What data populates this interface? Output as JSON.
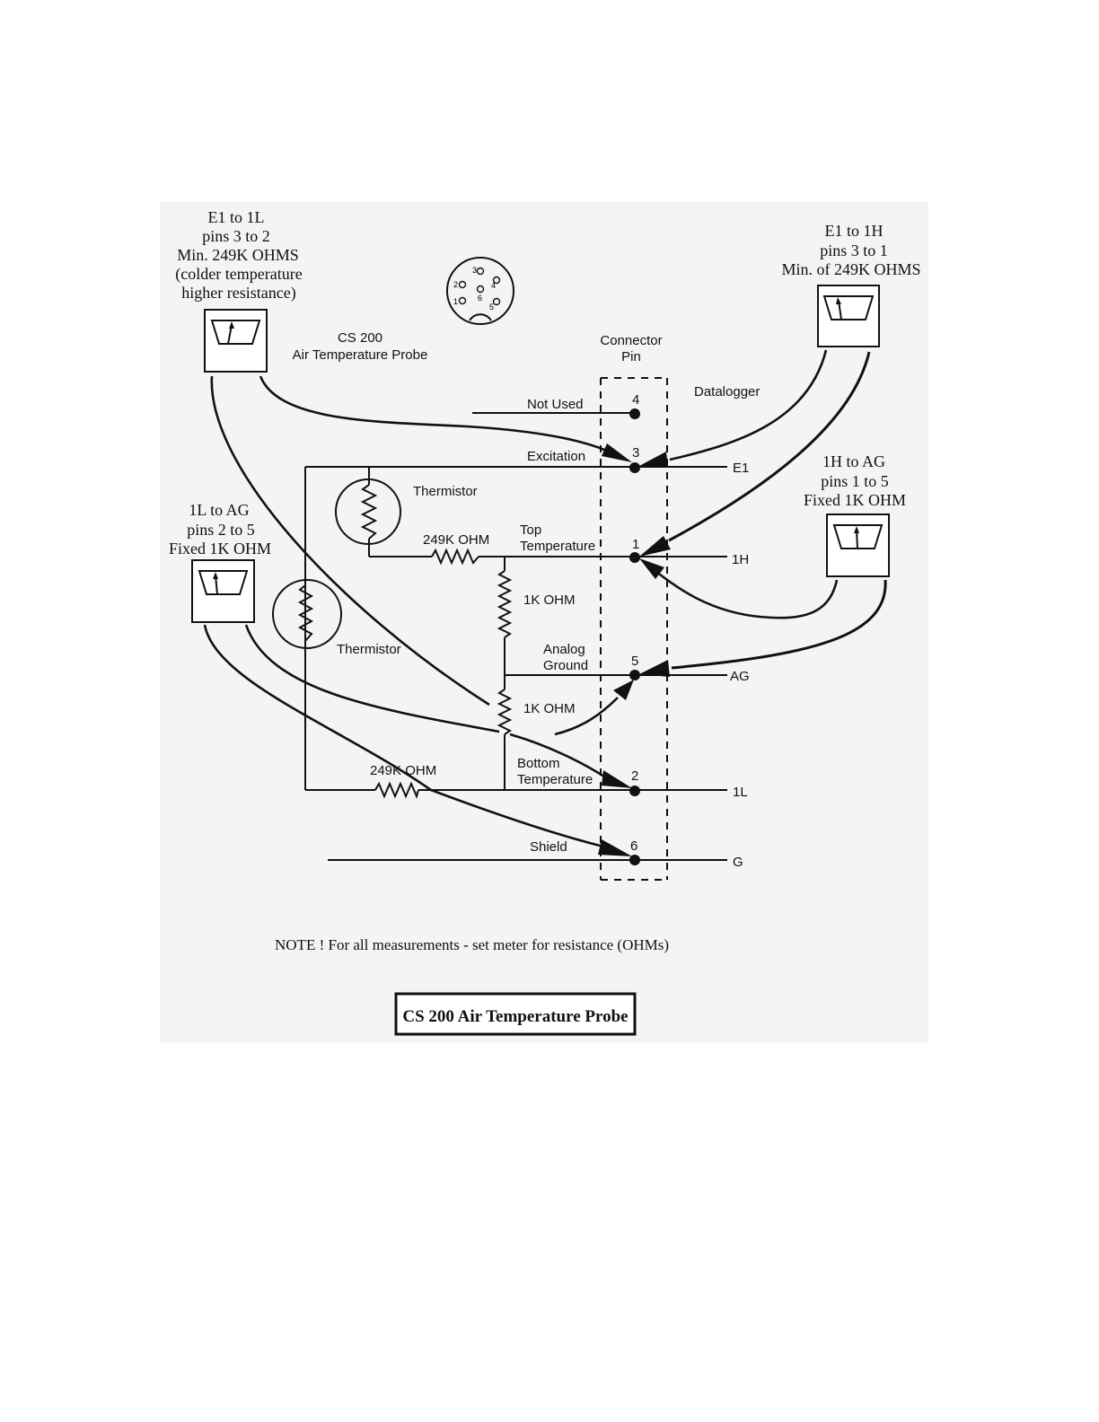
{
  "meters": {
    "e1_1l": [
      "E1 to 1L",
      "pins 3 to 2",
      "Min. 249K OHMS",
      "(colder temperature",
      "higher resistance)"
    ],
    "e1_1h": [
      "E1  to  1H",
      "pins 3 to 1",
      "Min. of 249K OHMS"
    ],
    "ih_ag": [
      "1H to AG",
      "pins 1 to 5",
      "Fixed 1K OHM"
    ],
    "il_ag": [
      "1L to AG",
      "pins 2 to 5",
      "Fixed 1K OHM"
    ]
  },
  "probe_title": [
    "CS 200",
    "Air Temperature Probe"
  ],
  "connector_header": [
    "Connector",
    "Pin"
  ],
  "datalogger_label": "Datalogger",
  "signals": {
    "not_used": "Not Used",
    "excitation": "Excitation",
    "top_temperature": [
      "Top",
      "Temperature"
    ],
    "analog_ground": [
      "Analog",
      "Ground"
    ],
    "bottom_temperature": [
      "Bottom",
      "Temperature"
    ],
    "shield": "Shield"
  },
  "components": {
    "thermistor_top": "Thermistor",
    "thermistor_bottom": "Thermistor",
    "resistor_249k_top": "249K OHM",
    "resistor_249k_bottom": "249K OHM",
    "resistor_1k_top": "1K OHM",
    "resistor_1k_bottom": "1K OHM"
  },
  "pins": [
    "4",
    "3",
    "1",
    "5",
    "2",
    "6"
  ],
  "terminals": [
    "E1",
    "1H",
    "AG",
    "1L",
    "G"
  ],
  "socket_pins": [
    "1",
    "2",
    "3",
    "4",
    "5",
    "6"
  ],
  "note": "NOTE !  For all measurements - set meter for resistance (OHMs)",
  "footer_title": "CS 200  Air Temperature Probe"
}
